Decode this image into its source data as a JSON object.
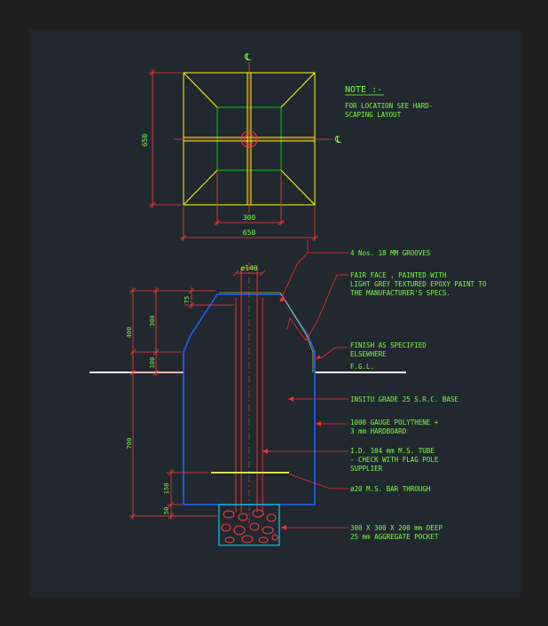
{
  "colors": {
    "frame": "#202020",
    "background": "#212830",
    "outline": "#ffff00",
    "inner_square": "#00cc00",
    "center_line": "#ffffff",
    "dimension": "#ff3b3b",
    "leader": "#ff3030",
    "note_text": "#7cff3a",
    "profile": "#1e64ff",
    "ground": "#ffffff",
    "bar": "#d8e84a",
    "pocket": "#00cfe0",
    "stone": "#ff4040",
    "pole_hatch": "#ff2a2a"
  },
  "plan": {
    "centerline_symbol_top": "℄",
    "centerline_symbol_right": "℄",
    "dim_left": "650",
    "dim_inner": "300",
    "dim_bottom": "650"
  },
  "section": {
    "dim_top": "ø140",
    "dim_75": "75",
    "dim_300": "300",
    "dim_400": "400",
    "dim_100": "100",
    "dim_700": "700",
    "dim_150": "150",
    "dim_50": "50"
  },
  "notes": {
    "title": "NOTE :-",
    "body_line1": "FOR LOCATION SEE HARD-",
    "body_line2": "SCAPING LAYOUT"
  },
  "callouts": {
    "grooves": "4 Nos. 18 MM GROOVES",
    "fair_face_1": "FAIR FACE , PAINTED WITH",
    "fair_face_2": "LIGHT GREY TEXTURED EPOXY PAINT TO",
    "fair_face_3": "THE MANUFACTURER'S SPECS.",
    "finish_1": "FINISH AS SPECIFIED",
    "finish_2": "ELSEWHERE",
    "fgl": "F.G.L.",
    "base": "INSITU GRADE 25 S.R.C. BASE",
    "polythene_1": "1000 GAUGE POLYTHENE +",
    "polythene_2": "3 mm HARDBOARD",
    "tube_1": "I.D. 104 mm M.S. TUBE",
    "tube_2": "- CHECK WITH FLAG POLE",
    "tube_3": "SUPPLIER",
    "bar": "ø20 M.S. BAR THROUGH",
    "pocket_1": "300 X 300 X 200 mm DEEP",
    "pocket_2": "25 mm AGGREGATE POCKET"
  }
}
